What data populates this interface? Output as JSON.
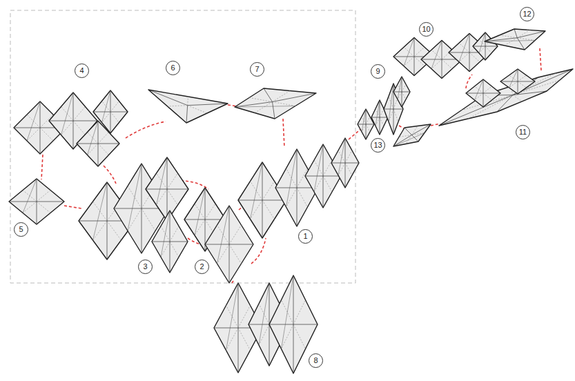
{
  "diagram": {
    "nodes": [
      {
        "text": [
          "1"
        ]
      },
      {
        "text": [
          "2"
        ]
      },
      {
        "text": [
          "3"
        ]
      },
      {
        "text": [
          "4"
        ]
      },
      {
        "text": [
          "5"
        ]
      },
      {
        "text": [
          "6"
        ]
      },
      {
        "text": [
          "7"
        ]
      },
      {
        "text": [
          "8"
        ]
      },
      {
        "text": [
          "9"
        ]
      },
      {
        "text": [
          "10"
        ]
      },
      {
        "text": [
          "11"
        ]
      },
      {
        "text": [
          "12"
        ]
      },
      {
        "text": [
          "13"
        ]
      }
    ],
    "edges": [
      {
        "from": 3,
        "to": 5,
        "arrow": "none"
      },
      {
        "from": 5,
        "to": 6,
        "arrow": "none"
      },
      {
        "from": 6,
        "to": 0,
        "arrow": "none"
      },
      {
        "from": 3,
        "to": 4,
        "arrow": "none"
      },
      {
        "from": 3,
        "to": 2,
        "arrow": "none"
      },
      {
        "from": 4,
        "to": 2,
        "arrow": "none"
      },
      {
        "from": 2,
        "to": 1,
        "arrow": "none"
      },
      {
        "from": 2,
        "to": 1,
        "arrow": "none"
      },
      {
        "from": 1,
        "to": 0,
        "arrow": "none"
      },
      {
        "from": 1,
        "to": 0,
        "arrow": "none"
      },
      {
        "from": 1,
        "to": 7,
        "arrow": "none"
      },
      {
        "from": 0,
        "to": 8,
        "arrow": "none"
      },
      {
        "from": 8,
        "to": 12,
        "arrow": "none"
      },
      {
        "from": 12,
        "to": 10,
        "arrow": "none"
      },
      {
        "from": 10,
        "to": 9,
        "arrow": "none"
      },
      {
        "from": 9,
        "to": 11,
        "arrow": "none"
      },
      {
        "from": 11,
        "to": 10,
        "arrow": "none"
      }
    ]
  }
}
